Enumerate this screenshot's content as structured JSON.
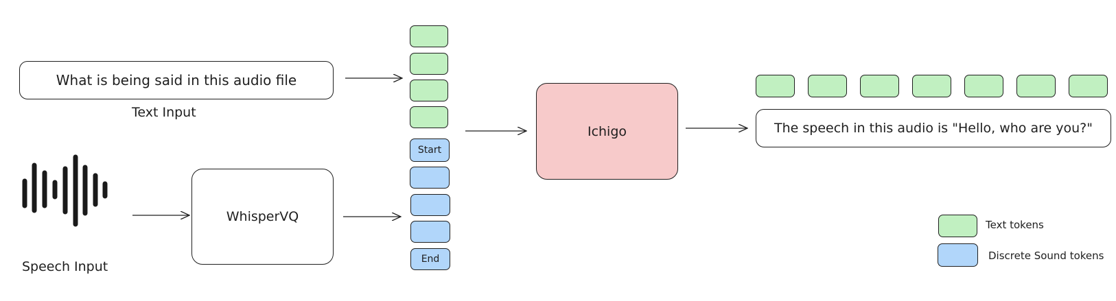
{
  "text_input": {
    "box_text": "What is being said in this audio file",
    "caption": "Text Input"
  },
  "speech_input": {
    "caption": "Speech Input",
    "icon": "sound-wave-icon"
  },
  "encoder": {
    "label": "WhisperVQ"
  },
  "token_sequence": {
    "start_label": "Start",
    "end_label": "End"
  },
  "model": {
    "label": "Ichigo"
  },
  "output": {
    "text": "The speech in this audio is \"Hello, who are you?\""
  },
  "legend": {
    "text_tokens": "Text tokens",
    "sound_tokens": "Discrete Sound tokens"
  },
  "colors": {
    "text_token": "#c1f0c1",
    "sound_token": "#b1d6fa",
    "model": "#f7caca"
  }
}
